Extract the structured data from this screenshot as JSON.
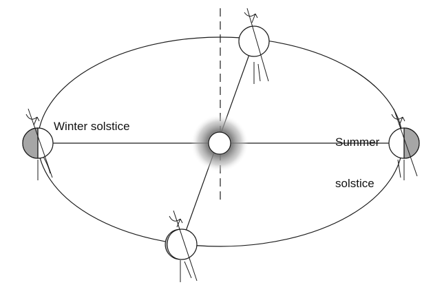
{
  "labels": {
    "winter": "Winter solstice",
    "summer_line1": "Summer",
    "summer_line2": "solstice"
  },
  "colors": {
    "stroke": "#1a1a1a",
    "shadow": "#a6a6a6",
    "sun_glow": "#6e6e6e",
    "background": "#ffffff"
  },
  "icons": [
    "sun-icon",
    "earth-icon",
    "rotation-arrow-icon"
  ]
}
